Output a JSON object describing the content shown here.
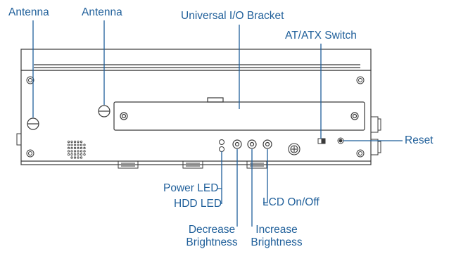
{
  "labels": {
    "antenna_left": "Antenna",
    "antenna_right": "Antenna",
    "universal_io": "Universal I/O Bracket",
    "at_atx": "AT/ATX Switch",
    "reset": "Reset",
    "power_led": "Power LED",
    "hdd_led": "HDD LED",
    "lcd_onoff": "LCD On/Off",
    "decrease_line1": "Decrease",
    "decrease_line2": "Brightness",
    "increase_line1": "Increase",
    "increase_line2": "Brightness"
  },
  "colors": {
    "label": "#1f5f9a",
    "leader": "#1f5f9a",
    "drawing": "#3a3a3a"
  }
}
